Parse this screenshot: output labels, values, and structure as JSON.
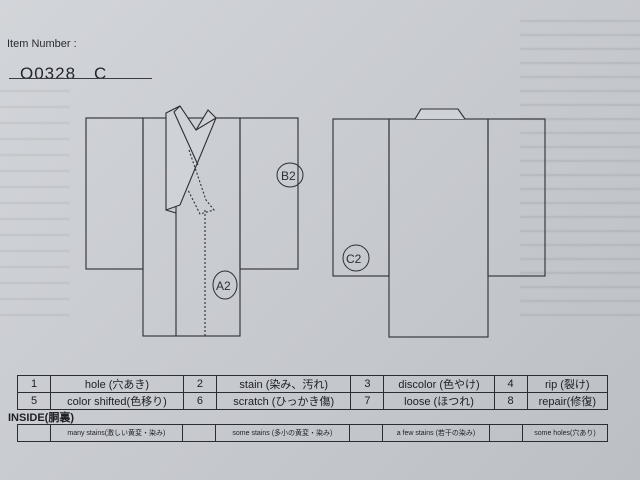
{
  "item": {
    "label": "Item Number :",
    "value": "O0328　C"
  },
  "front_marks": [
    "B2",
    "A2"
  ],
  "back_marks": [
    "C2"
  ],
  "legend": [
    [
      {
        "num": "1",
        "text": "hole (穴あき)"
      },
      {
        "num": "2",
        "text": "stain (染み、汚れ)"
      },
      {
        "num": "3",
        "text": "discolor (色やけ)"
      },
      {
        "num": "4",
        "text": "rip (裂け)"
      }
    ],
    [
      {
        "num": "5",
        "text": "color shifted(色移り)"
      },
      {
        "num": "6",
        "text": "scratch (ひっかき傷)"
      },
      {
        "num": "7",
        "text": "loose (ほつれ)"
      },
      {
        "num": "8",
        "text": "repair(修復)"
      }
    ]
  ],
  "inside": {
    "label": "INSIDE(胴裏)",
    "cells": [
      "many stains(激しい黄変・染み)",
      "some stains (多小の黄変・染み)",
      "a few stains (若干の染み)",
      "some holes(穴あり)"
    ]
  }
}
